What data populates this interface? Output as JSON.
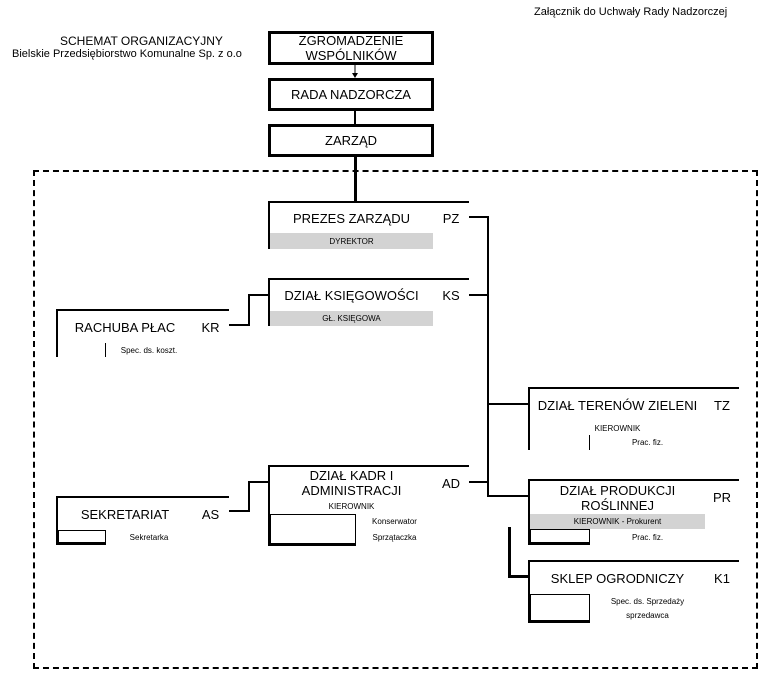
{
  "header": {
    "attachment": "Załącznik do Uchwały Rady Nadzorczej",
    "title": "SCHEMAT ORGANIZACYJNY",
    "company": "Bielskie Przedsiębiorstwo Komunalne Sp. z o.o"
  },
  "top": {
    "assembly": "ZGROMADZENIE WSPÓLNIKÓW",
    "board": "RADA NADZORCZA",
    "management": "ZARZĄD"
  },
  "units": {
    "pz": {
      "name": "PREZES ZARZĄDU",
      "code": "PZ",
      "role": "DYREKTOR"
    },
    "ks": {
      "name": "DZIAŁ KSIĘGOWOŚCI",
      "code": "KS",
      "role": "GŁ. KSIĘGOWA"
    },
    "kr": {
      "name": "RACHUBA PŁAC",
      "code": "KR",
      "role": "Spec. ds. koszt."
    },
    "tz": {
      "name": "DZIAŁ TERENÓW ZIELENI",
      "code": "TZ",
      "role": "KIEROWNIK",
      "role2": "Prac. fiz."
    },
    "ad": {
      "name": "DZIAŁ KADR I ADMINISTRACJI",
      "code": "AD",
      "role": "KIEROWNIK",
      "role2": "Konserwator",
      "role3": "Sprzątaczka"
    },
    "as": {
      "name": "SEKRETARIAT",
      "code": "AS",
      "role": "Sekretarka"
    },
    "pr": {
      "name": "DZIAŁ PRODUKCJI ROŚLINNEJ",
      "code": "PR",
      "role": "KIEROWNIK - Prokurent",
      "role2": "Prac. fiz."
    },
    "k1": {
      "name": "SKLEP OGRODNICZY",
      "code": "K1",
      "role": "Spec. ds. Sprzedaży",
      "role2": "sprzedawca"
    }
  }
}
